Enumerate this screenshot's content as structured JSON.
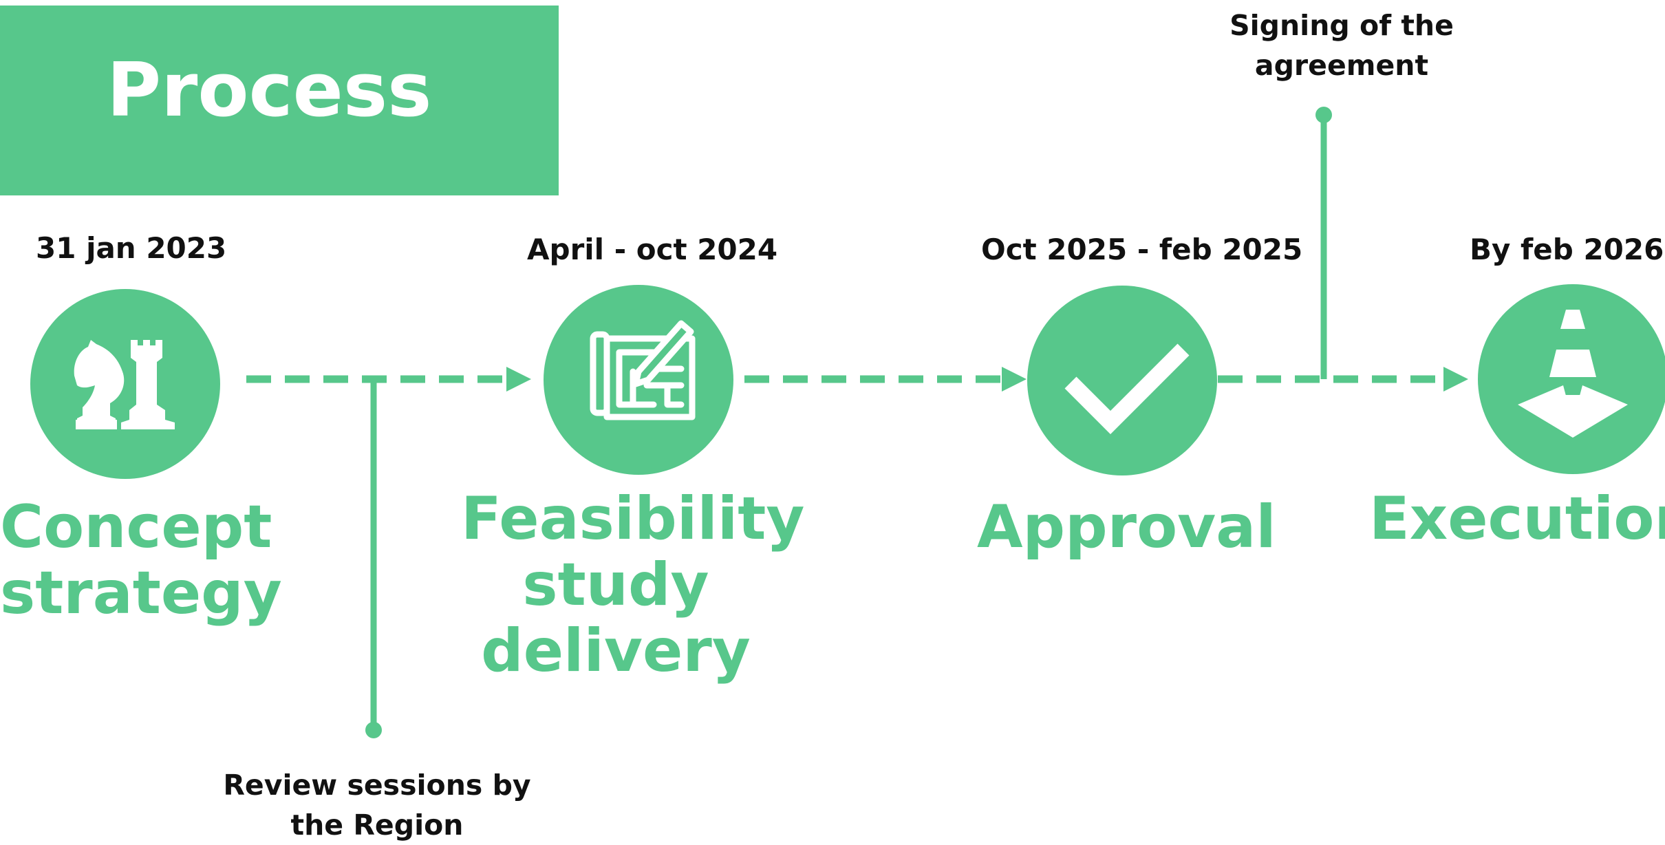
{
  "title": "Process",
  "accent_color": "#57c78b",
  "text_color": "#111111",
  "stages": [
    {
      "date": "31 jan 2023",
      "label": "Concept\nstrategy",
      "icon": "chess-pieces-icon"
    },
    {
      "date": "April - oct 2024",
      "label": "Feasibility\nstudy\ndelivery",
      "icon": "blueprint-pencil-icon"
    },
    {
      "date": "Oct 2025 - feb 2025",
      "label": "Approval",
      "icon": "checkmark-icon"
    },
    {
      "date": "By feb 2026",
      "label": "Execution",
      "icon": "traffic-cone-icon"
    }
  ],
  "milestones": [
    {
      "text": "Review sessions by\nthe Region"
    },
    {
      "text": "Signing of the\nagreement"
    }
  ]
}
